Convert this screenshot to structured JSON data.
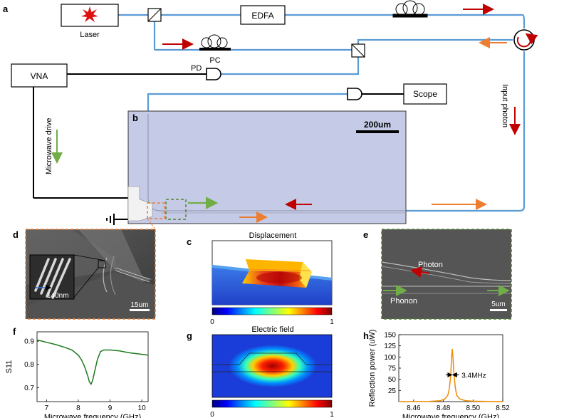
{
  "panel_letters": {
    "a": "a",
    "b": "b",
    "c": "c",
    "d": "d",
    "e": "e",
    "f": "f",
    "g": "g",
    "h": "h"
  },
  "setup": {
    "laser": "Laser",
    "edfa": "EDFA",
    "pc": "PC",
    "vna": "VNA",
    "pd": "PD",
    "scope": "Scope",
    "microwave_drive": "Microwave drive",
    "input_photon": "Input photon"
  },
  "optical_image": {
    "scale_bar": "200um"
  },
  "sem_d": {
    "gap_label": "140nm",
    "scale_bar": "15um"
  },
  "sem_e": {
    "photon": "Photon",
    "phonon": "Phonon",
    "scale_bar": "5um"
  },
  "sim_c": {
    "title": "Displacement",
    "cbar_min": "0",
    "cbar_max": "1"
  },
  "sim_g": {
    "title": "Electric field",
    "cbar_min": "0",
    "cbar_max": "1"
  },
  "colors": {
    "fiber": "#5b9bd5",
    "red_arrow": "#c00000",
    "orange_arrow": "#ed7d31",
    "green_arrow": "#70ad47",
    "plot_f": "#1e7b1e",
    "plot_h": "#f08a00"
  },
  "chart_data": [
    {
      "panel": "f",
      "type": "line",
      "xlabel": "Microwave frequency (GHz)",
      "ylabel": "S11",
      "xlim": [
        6.7,
        10.2
      ],
      "ylim": [
        0.64,
        0.94
      ],
      "xticks": [
        7,
        8,
        9,
        10
      ],
      "yticks": [
        0.7,
        0.8,
        0.9
      ],
      "x": [
        6.7,
        7.0,
        7.3,
        7.6,
        7.8,
        8.0,
        8.1,
        8.2,
        8.3,
        8.35,
        8.4,
        8.45,
        8.5,
        8.6,
        8.7,
        8.8,
        9.0,
        9.3,
        9.6,
        9.9,
        10.2
      ],
      "y": [
        0.905,
        0.895,
        0.885,
        0.872,
        0.862,
        0.84,
        0.82,
        0.79,
        0.75,
        0.725,
        0.715,
        0.73,
        0.76,
        0.82,
        0.855,
        0.862,
        0.862,
        0.858,
        0.85,
        0.845,
        0.84
      ]
    },
    {
      "panel": "h",
      "type": "line",
      "xlabel": "Microwave frequency (GHz)",
      "ylabel": "Reflection power (uW)",
      "xlim": [
        8.45,
        8.52
      ],
      "ylim": [
        0,
        150
      ],
      "xticks": [
        8.46,
        8.48,
        8.5,
        8.52
      ],
      "yticks": [
        25,
        50,
        75,
        100,
        125,
        150
      ],
      "annotation": "3.4MHz",
      "x": [
        8.45,
        8.47,
        8.478,
        8.481,
        8.483,
        8.484,
        8.485,
        8.4855,
        8.486,
        8.4865,
        8.487,
        8.488,
        8.489,
        8.491,
        8.495,
        8.5,
        8.51,
        8.52
      ],
      "y": [
        0,
        0.5,
        2,
        6,
        14,
        28,
        60,
        95,
        118,
        100,
        68,
        32,
        14,
        6,
        2,
        1,
        0.5,
        0
      ]
    }
  ]
}
